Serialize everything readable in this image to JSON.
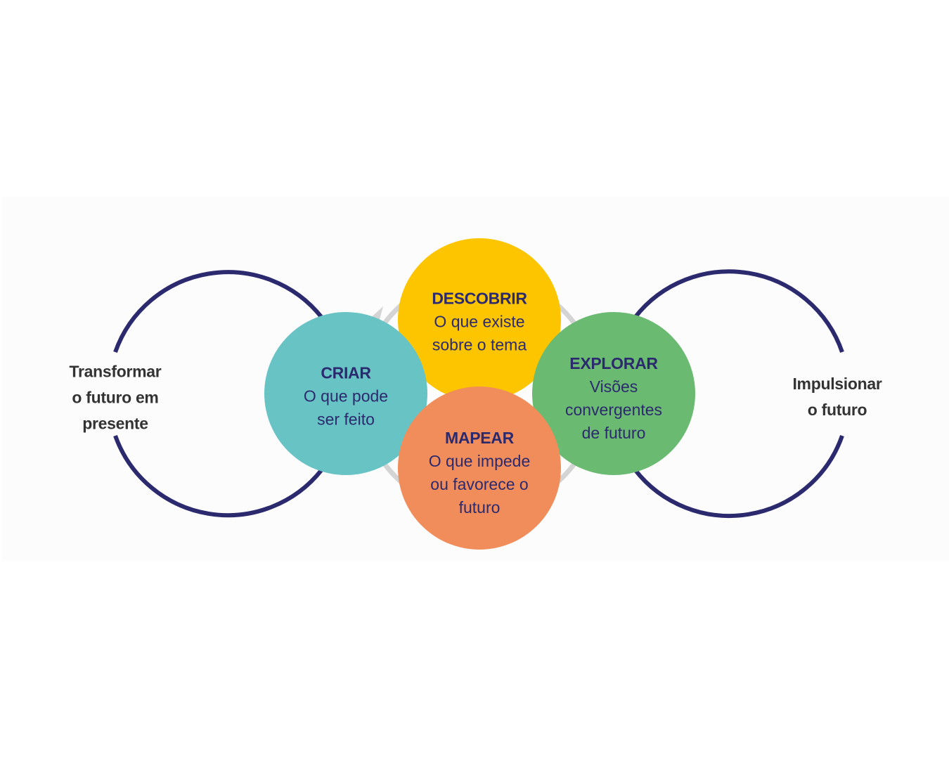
{
  "colors": {
    "ring": "#2c2a6e",
    "cycle": "#d4d4d4",
    "descobrir": "#fcc500",
    "criar": "#68c3c5",
    "explorar": "#6bba72",
    "mapear": "#f18d5b"
  },
  "left_label": "Transformar\no futuro em\npresente",
  "right_label": "Impulsionar\no futuro",
  "steps": {
    "descobrir": {
      "title": "DESCOBRIR",
      "desc": "O que existe\nsobre o tema"
    },
    "criar": {
      "title": "CRIAR",
      "desc": "O que pode\nser feito"
    },
    "explorar": {
      "title": "EXPLORAR",
      "desc": "Visões\nconvergentes\nde futuro"
    },
    "mapear": {
      "title": "MAPEAR",
      "desc": "O que impede\nou favorece o\nfuturo"
    }
  }
}
